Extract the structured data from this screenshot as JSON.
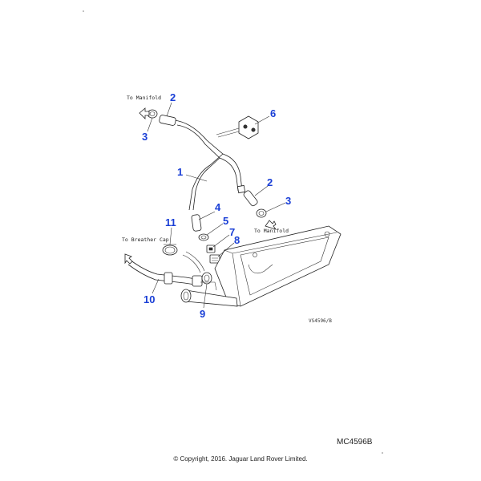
{
  "callouts": [
    "1",
    "2",
    "3",
    "4",
    "5",
    "6",
    "7",
    "8",
    "9",
    "10",
    "11"
  ],
  "notes": {
    "to_manifold": "To Manifold",
    "to_breather_cap": "To Breather Cap"
  },
  "view_ref": "VS4596/B",
  "diagram_code": "MC4596B",
  "copyright": "© Copyright, 2016. Jaguar Land Rover Limited."
}
